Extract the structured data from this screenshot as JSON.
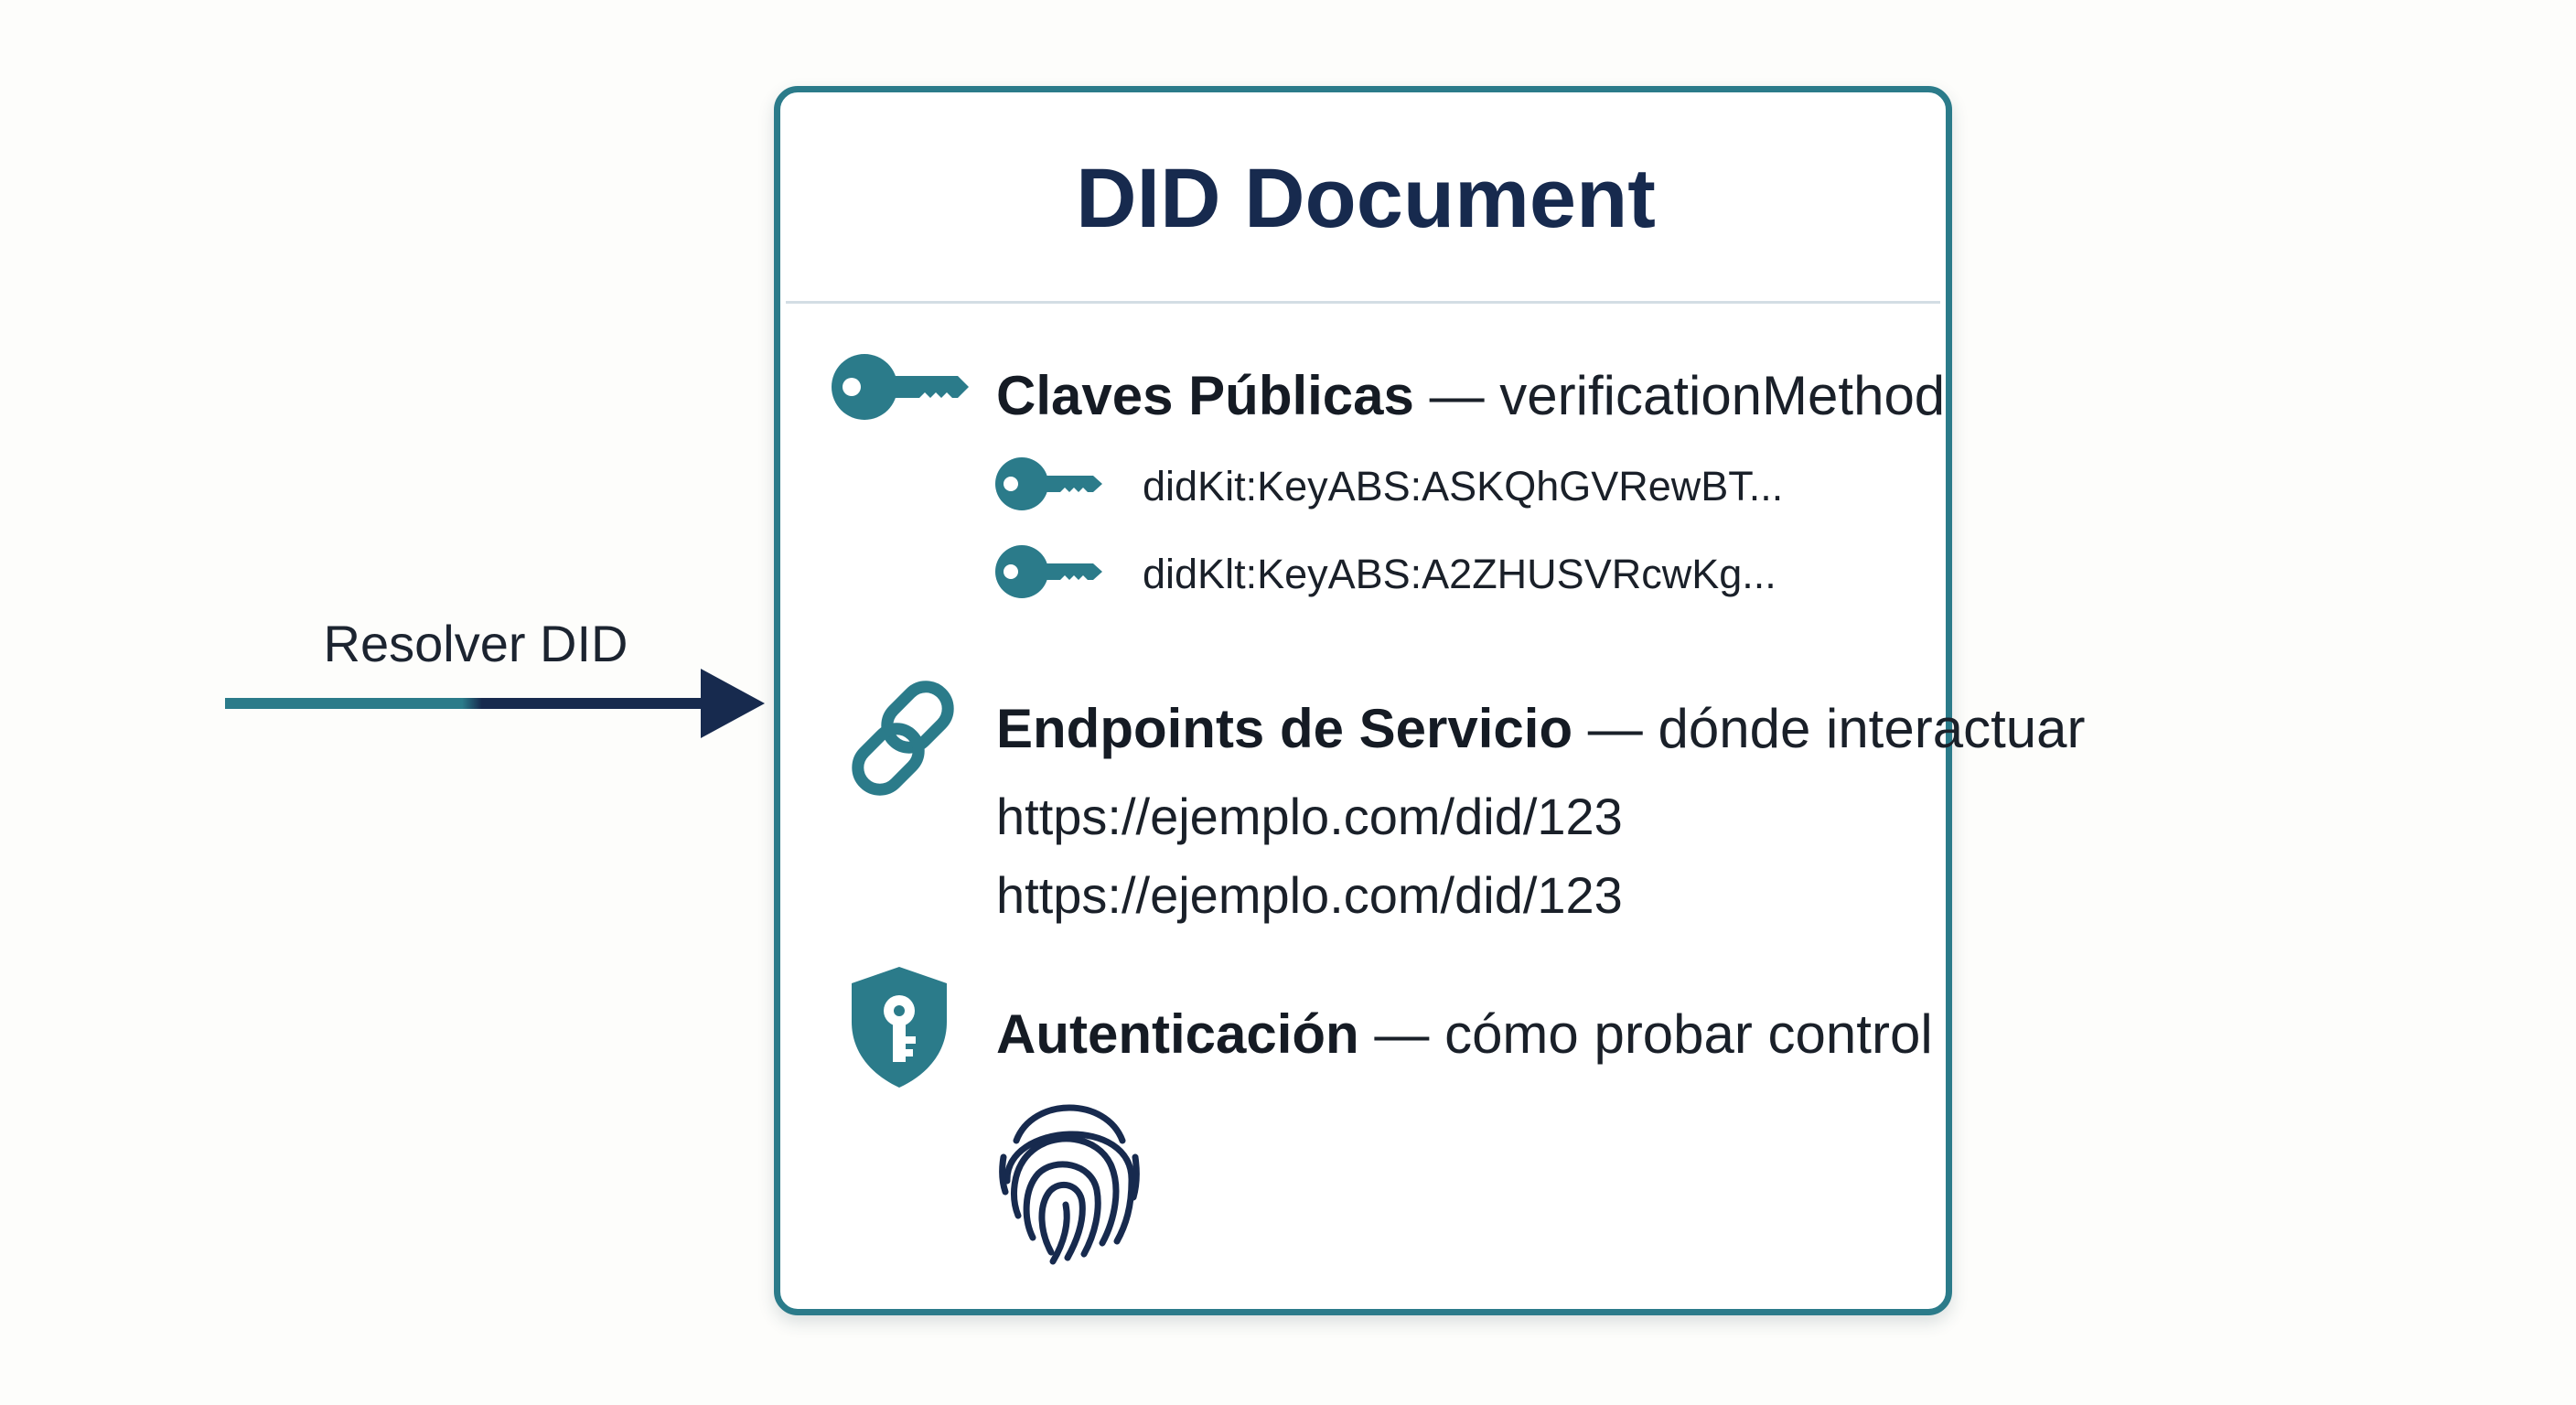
{
  "arrow": {
    "label": "Resolver DID"
  },
  "card": {
    "title": "DID Document",
    "sections": {
      "public_keys": {
        "icon": "key-icon",
        "title": "Claves Públicas",
        "separator": "—",
        "description": "verificationMethod",
        "items": [
          {
            "icon": "key-icon",
            "text": "didKit:KeyABS:ASKQhGVRewBT..."
          },
          {
            "icon": "key-icon",
            "text": "didKlt:KeyABS:A2ZHUSVRcwKg..."
          }
        ]
      },
      "service_endpoints": {
        "icon": "link-icon",
        "title": "Endpoints de Servicio",
        "separator": "—",
        "description": "dónde interactuar",
        "urls": [
          "https://ejemplo.com/did/123",
          "https://ejemplo.com/did/123"
        ]
      },
      "authentication": {
        "icon": "shield-key-icon",
        "title": "Autenticación",
        "separator": "—",
        "description": "cómo probar control",
        "method_icon": "fingerprint-icon"
      }
    }
  },
  "colors": {
    "teal": "#2b7b8a",
    "navy": "#172a4e",
    "border": "#2b7b8a"
  }
}
